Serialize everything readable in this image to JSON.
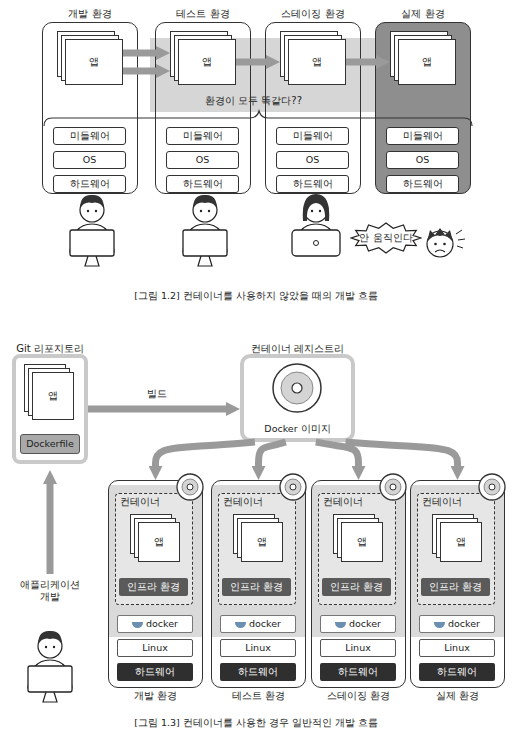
{
  "diagram": {
    "caption": "[그림 1.3] 컨테이너를 사용한 경우 일반적인 개발 흐름",
    "nodes": [
      {
        "text": [
          "개발 환경"
        ]
      },
      {
        "text": [
          "앱"
        ],
        "in": 0
      },
      {
        "text": [
          "미들웨어"
        ],
        "in": 0
      },
      {
        "text": [
          "OS"
        ],
        "in": 0
      },
      {
        "text": [
          "하드웨어"
        ],
        "in": 0
      },
      {
        "text": [
          "테스트 환경"
        ]
      },
      {
        "text": [
          "앱"
        ],
        "in": 5
      },
      {
        "text": [
          "미들웨어"
        ],
        "in": 5
      },
      {
        "text": [
          "OS"
        ],
        "in": 5
      },
      {
        "text": [
          "하드웨어"
        ],
        "in": 5
      },
      {
        "text": [
          "스테이징 환경"
        ]
      },
      {
        "text": [
          "앱"
        ],
        "in": 10
      },
      {
        "text": [
          "미들웨어"
        ],
        "in": 10
      },
      {
        "text": [
          "OS"
        ],
        "in": 10
      },
      {
        "text": [
          "하드웨어"
        ],
        "in": 10
      },
      {
        "text": [
          "실제 환경"
        ]
      },
      {
        "text": [
          "앱"
        ],
        "in": 15
      },
      {
        "text": [
          "미들웨어"
        ],
        "in": 15
      },
      {
        "text": [
          "OS"
        ],
        "in": 15
      },
      {
        "text": [
          "하드웨어"
        ],
        "in": 15
      },
      {
        "text": [
          "환경이 모두 똑같다??"
        ]
      },
      {
        "text": [
          "안 움직인다"
        ]
      },
      {
        "text": [
          "Git 리포지토리"
        ]
      },
      {
        "text": [
          "앱"
        ],
        "in": 22
      },
      {
        "text": [
          "Dockerfile"
        ],
        "in": 22
      },
      {
        "text": [
          "컨테이너 레지스트리",
          "Docker 이미지"
        ]
      },
      {
        "text": [
          "개발 환경"
        ]
      },
      {
        "text": [
          "컨테이너"
        ],
        "in": 26
      },
      {
        "text": [
          "앱"
        ],
        "in": 27
      },
      {
        "text": [
          "인프라 환경"
        ],
        "in": 27
      },
      {
        "text": [
          "docker"
        ],
        "in": 26
      },
      {
        "text": [
          "Linux"
        ],
        "in": 26
      },
      {
        "text": [
          "하드웨어"
        ],
        "in": 26
      },
      {
        "text": [
          "테스트 환경"
        ]
      },
      {
        "text": [
          "컨테이너"
        ],
        "in": 33
      },
      {
        "text": [
          "앱"
        ],
        "in": 34
      },
      {
        "text": [
          "인프라 환경"
        ],
        "in": 34
      },
      {
        "text": [
          "docker"
        ],
        "in": 33
      },
      {
        "text": [
          "Linux"
        ],
        "in": 33
      },
      {
        "text": [
          "하드웨어"
        ],
        "in": 33
      },
      {
        "text": [
          "스테이징 환경"
        ]
      },
      {
        "text": [
          "컨테이너"
        ],
        "in": 40
      },
      {
        "text": [
          "앱"
        ],
        "in": 41
      },
      {
        "text": [
          "인프라 환경"
        ],
        "in": 41
      },
      {
        "text": [
          "docker"
        ],
        "in": 40
      },
      {
        "text": [
          "Linux"
        ],
        "in": 40
      },
      {
        "text": [
          "하드웨어"
        ],
        "in": 40
      },
      {
        "text": [
          "실제 환경"
        ]
      },
      {
        "text": [
          "컨테이너"
        ],
        "in": 47
      },
      {
        "text": [
          "앱"
        ],
        "in": 48
      },
      {
        "text": [
          "인프라 환경"
        ],
        "in": 48
      },
      {
        "text": [
          "docker"
        ],
        "in": 47
      },
      {
        "text": [
          "Linux"
        ],
        "in": 47
      },
      {
        "text": [
          "하드웨어"
        ],
        "in": 47
      }
    ],
    "edges": [
      {
        "from": 1,
        "to": 6,
        "arrow": "to"
      },
      {
        "from": 1,
        "to": 6,
        "arrow": "to"
      },
      {
        "from": 6,
        "to": 11,
        "arrow": "to"
      },
      {
        "from": 11,
        "to": 16,
        "arrow": "to"
      },
      {
        "from": 22,
        "to": 25,
        "label": "빌드",
        "arrow": "to"
      },
      {
        "from": 25,
        "to": 26,
        "arrow": "to"
      },
      {
        "from": 25,
        "to": 33,
        "arrow": "to"
      },
      {
        "from": 25,
        "to": 40,
        "arrow": "to"
      },
      {
        "from": 25,
        "to": 47,
        "arrow": "to"
      }
    ],
    "labels": [
      "[그림 1.2] 컨테이너를 사용하지 않았을 때의 개발 흐름",
      "애플리케이션 개발"
    ]
  }
}
